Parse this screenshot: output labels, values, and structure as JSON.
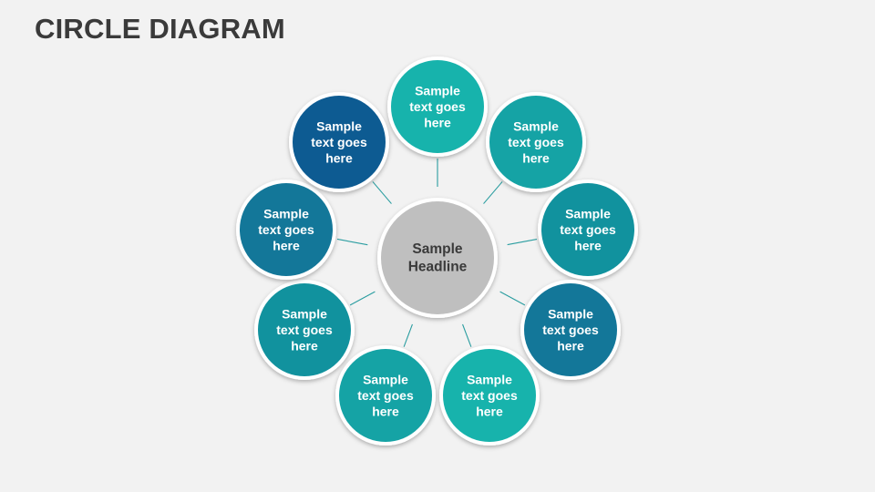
{
  "slide": {
    "title": "CIRCLE DIAGRAM"
  },
  "center": {
    "lines": [
      "Sample",
      "Headline"
    ],
    "color": "#bfbfbf"
  },
  "nodes": [
    {
      "lines": [
        "Sample",
        "text goes",
        "here"
      ],
      "color": "#17b3ac"
    },
    {
      "lines": [
        "Sample",
        "text goes",
        "here"
      ],
      "color": "#15a3a5"
    },
    {
      "lines": [
        "Sample",
        "text goes",
        "here"
      ],
      "color": "#11929e"
    },
    {
      "lines": [
        "Sample",
        "text goes",
        "here"
      ],
      "color": "#137799"
    },
    {
      "lines": [
        "Sample",
        "text goes",
        "here"
      ],
      "color": "#17b3ac"
    },
    {
      "lines": [
        "Sample",
        "text goes",
        "here"
      ],
      "color": "#15a3a5"
    },
    {
      "lines": [
        "Sample",
        "text goes",
        "here"
      ],
      "color": "#11929e"
    },
    {
      "lines": [
        "Sample",
        "text goes",
        "here"
      ],
      "color": "#137799"
    },
    {
      "lines": [
        "Sample",
        "text goes",
        "here"
      ],
      "color": "#0d5b92"
    }
  ],
  "connector_color": "#2a9da0"
}
